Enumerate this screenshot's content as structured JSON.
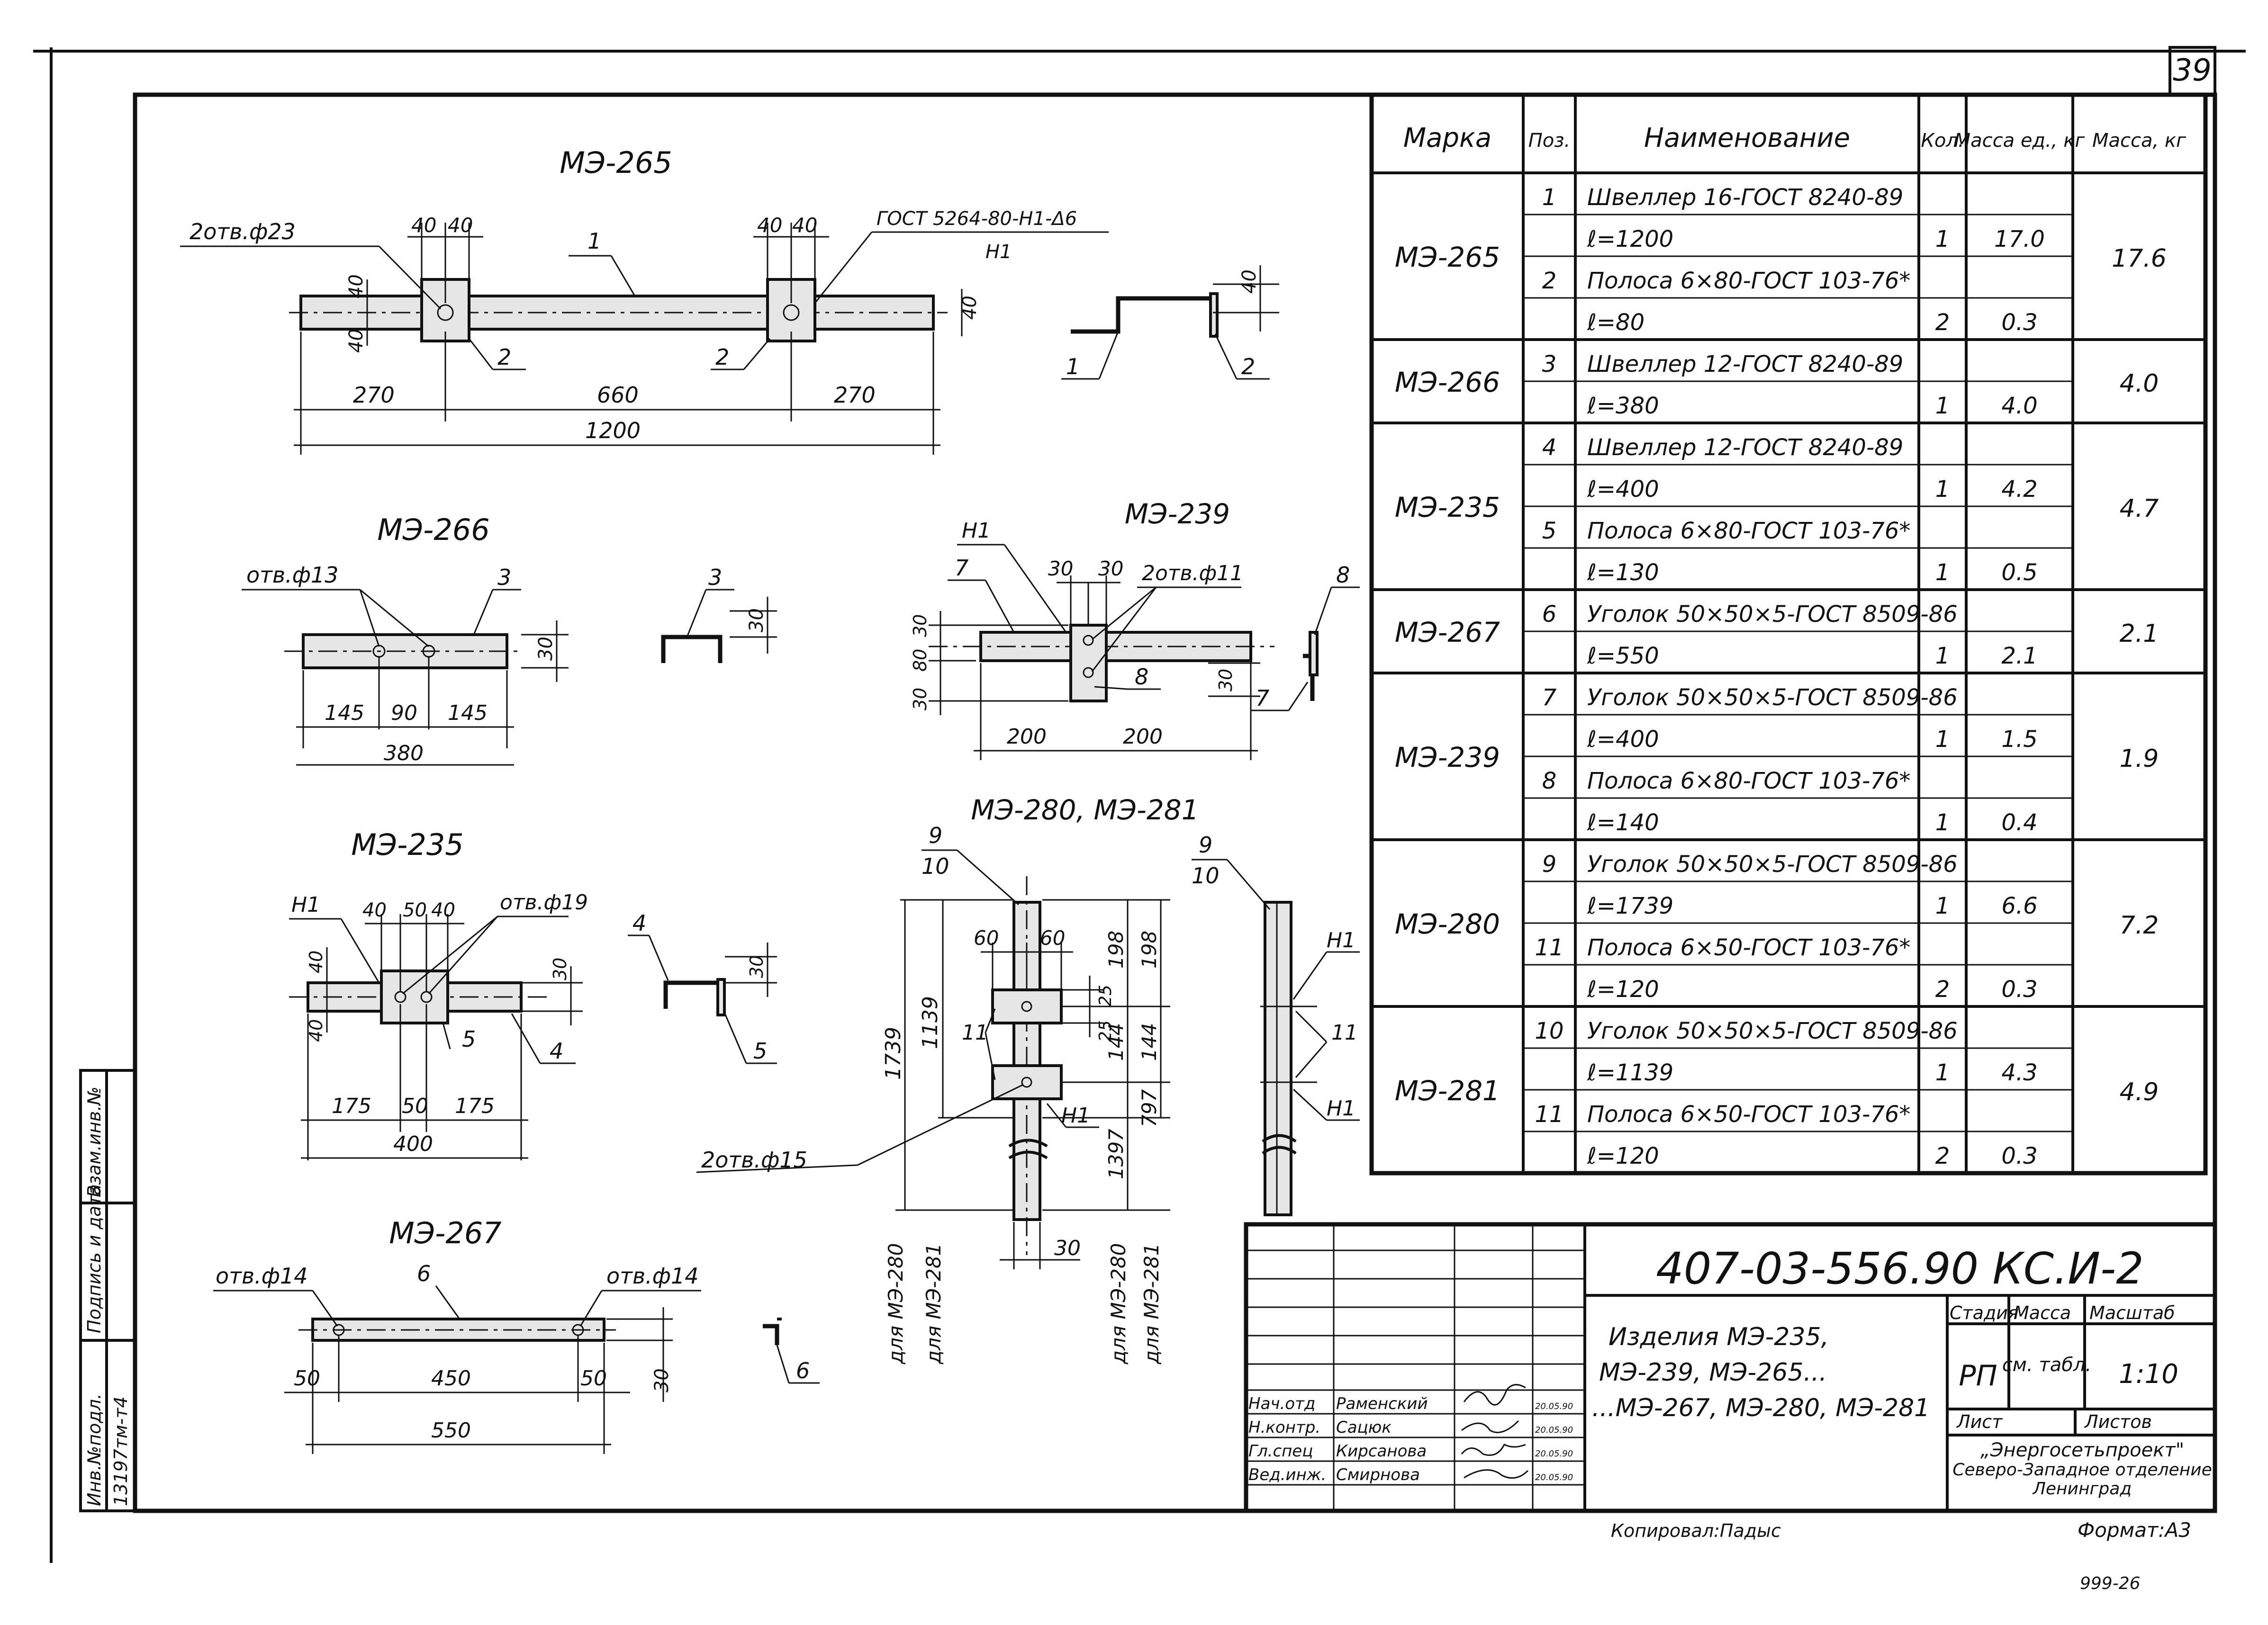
{
  "sheet": {
    "number": "39",
    "copied_by": "Копировал:Падыс",
    "format": "Формат:А3",
    "corner_note": "999-26"
  },
  "side_stamp": {
    "headers": [
      "Инв.№подл.",
      "Подпись и дата",
      "Взам.инв.№"
    ],
    "inv_number": "13197тм-т4"
  },
  "views": {
    "me265": {
      "title": "МЭ-265",
      "gost": "ГОСТ 5264-80-Н1-Δ6",
      "weld": "Н1",
      "hole": "2отв.ф23",
      "dims": [
        "40",
        "40",
        "40",
        "40",
        "40",
        "40",
        "40",
        "270",
        "660",
        "270",
        "1200"
      ],
      "pos": [
        "1",
        "2",
        "2",
        "1",
        "2"
      ]
    },
    "me266": {
      "title": "МЭ-266",
      "hole": "отв.ф13",
      "dims": [
        "30",
        "145",
        "90",
        "145",
        "380",
        "30"
      ],
      "pos": [
        "3",
        "3"
      ]
    },
    "me239": {
      "title": "МЭ-239",
      "weld": "Н1",
      "hole": "2отв.ф11",
      "dims": [
        "30",
        "30",
        "30",
        "80",
        "30",
        "200",
        "200",
        "30"
      ],
      "pos": [
        "7",
        "8",
        "8",
        "7"
      ]
    },
    "me235": {
      "title": "МЭ-235",
      "weld": "Н1",
      "hole": "отв.ф19",
      "dims": [
        "40",
        "50",
        "40",
        "40",
        "40",
        "30",
        "175",
        "50",
        "175",
        "400",
        "30"
      ],
      "pos": [
        "5",
        "4",
        "4",
        "5"
      ]
    },
    "me280": {
      "title": "МЭ-280, МЭ-281",
      "pos_fraction": [
        "9",
        "10"
      ],
      "pos_fraction_side": [
        "9",
        "10"
      ],
      "hole": "2отв.ф15",
      "weld": "Н1",
      "weld_side": [
        "Н1",
        "Н1"
      ],
      "pos11": [
        "11",
        "11"
      ],
      "dims": [
        "60",
        "60",
        "25",
        "25",
        "198",
        "198",
        "144",
        "144",
        "1397",
        "797",
        "1739",
        "1139",
        "30"
      ],
      "for_labels": [
        "для МЭ-280",
        "для МЭ-281",
        "для МЭ-280",
        "для МЭ-281"
      ]
    },
    "me267": {
      "title": "МЭ-267",
      "hole_left": "отв.ф14",
      "hole_right": "отв.ф14",
      "dims": [
        "50",
        "450",
        "50",
        "550",
        "30"
      ],
      "pos": [
        "6",
        "6"
      ]
    }
  },
  "spec_table": {
    "headers": [
      "Марка",
      "Поз.",
      "Наименование",
      "Кол.",
      "Масса ед., кг",
      "Масса, кг"
    ],
    "groups": [
      {
        "mark": "МЭ-265",
        "mass": "17.6",
        "rows": [
          {
            "pos": "1",
            "name": "Швеллер 16-ГОСТ 8240-89",
            "qty": "",
            "unit": ""
          },
          {
            "pos": "",
            "name": "ℓ=1200",
            "qty": "1",
            "unit": "17.0"
          },
          {
            "pos": "2",
            "name": "Полоса 6×80-ГОСТ 103-76*",
            "qty": "",
            "unit": ""
          },
          {
            "pos": "",
            "name": "ℓ=80",
            "qty": "2",
            "unit": "0.3"
          }
        ]
      },
      {
        "mark": "МЭ-266",
        "mass": "4.0",
        "rows": [
          {
            "pos": "3",
            "name": "Швеллер 12-ГОСТ 8240-89",
            "qty": "",
            "unit": ""
          },
          {
            "pos": "",
            "name": "ℓ=380",
            "qty": "1",
            "unit": "4.0"
          }
        ]
      },
      {
        "mark": "МЭ-235",
        "mass": "4.7",
        "rows": [
          {
            "pos": "4",
            "name": "Швеллер 12-ГОСТ 8240-89",
            "qty": "",
            "unit": ""
          },
          {
            "pos": "",
            "name": "ℓ=400",
            "qty": "1",
            "unit": "4.2"
          },
          {
            "pos": "5",
            "name": "Полоса 6×80-ГОСТ 103-76*",
            "qty": "",
            "unit": ""
          },
          {
            "pos": "",
            "name": "ℓ=130",
            "qty": "1",
            "unit": "0.5"
          }
        ]
      },
      {
        "mark": "МЭ-267",
        "mass": "2.1",
        "rows": [
          {
            "pos": "6",
            "name": "Уголок 50×50×5-ГОСТ 8509-86",
            "qty": "",
            "unit": ""
          },
          {
            "pos": "",
            "name": "ℓ=550",
            "qty": "1",
            "unit": "2.1"
          }
        ]
      },
      {
        "mark": "МЭ-239",
        "mass": "1.9",
        "rows": [
          {
            "pos": "7",
            "name": "Уголок 50×50×5-ГОСТ 8509-86",
            "qty": "",
            "unit": ""
          },
          {
            "pos": "",
            "name": "ℓ=400",
            "qty": "1",
            "unit": "1.5"
          },
          {
            "pos": "8",
            "name": "Полоса 6×80-ГОСТ 103-76*",
            "qty": "",
            "unit": ""
          },
          {
            "pos": "",
            "name": "ℓ=140",
            "qty": "1",
            "unit": "0.4"
          }
        ]
      },
      {
        "mark": "МЭ-280",
        "mass": "7.2",
        "rows": [
          {
            "pos": "9",
            "name": "Уголок 50×50×5-ГОСТ 8509-86",
            "qty": "",
            "unit": ""
          },
          {
            "pos": "",
            "name": "ℓ=1739",
            "qty": "1",
            "unit": "6.6"
          },
          {
            "pos": "11",
            "name": "Полоса 6×50-ГОСТ 103-76*",
            "qty": "",
            "unit": ""
          },
          {
            "pos": "",
            "name": "ℓ=120",
            "qty": "2",
            "unit": "0.3"
          }
        ]
      },
      {
        "mark": "МЭ-281",
        "mass": "4.9",
        "rows": [
          {
            "pos": "10",
            "name": "Уголок 50×50×5-ГОСТ 8509-86",
            "qty": "",
            "unit": ""
          },
          {
            "pos": "",
            "name": "ℓ=1139",
            "qty": "1",
            "unit": "4.3"
          },
          {
            "pos": "11",
            "name": "Полоса 6×50-ГОСТ 103-76*",
            "qty": "",
            "unit": ""
          },
          {
            "pos": "",
            "name": "ℓ=120",
            "qty": "2",
            "unit": "0.3"
          }
        ]
      }
    ]
  },
  "title_block": {
    "code": "407-03-556.90 КС.И-2",
    "title_lines": [
      "Изделия МЭ-235,",
      "МЭ-239, МЭ-265...",
      "...МЭ-267, МЭ-280, МЭ-281"
    ],
    "stage_header": "Стадия",
    "mass_header": "Масса",
    "scale_header": "Масштаб",
    "stage": "РП",
    "mass": "см. табл.",
    "scale": "1:10",
    "sheet_label": "Лист",
    "sheets_label": "Листов",
    "org_lines": [
      "„Энергосетьпроект\"",
      "Северо-Западное отделение",
      "Ленинград"
    ],
    "people": [
      {
        "role": "Нач.отд",
        "name": "Раменский",
        "date": "20.05.90"
      },
      {
        "role": "Н.контр.",
        "name": "Сацюк",
        "date": "20.05.90"
      },
      {
        "role": "Гл.спец",
        "name": "Кирсанова",
        "date": "20.05.90"
      },
      {
        "role": "Вед.инж.",
        "name": "Смирнова",
        "date": "20.05.90"
      }
    ]
  }
}
